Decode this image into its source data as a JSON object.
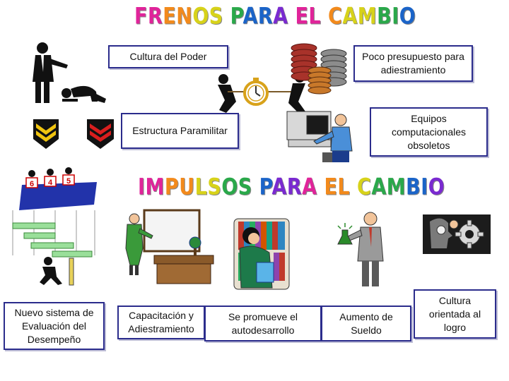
{
  "titles": {
    "frenos": "FRENOS PARA EL CAMBIO",
    "impulsos": "IMPULSOS PARA EL CAMBIO"
  },
  "title_colors": [
    "#e0249a",
    "#f28a1c",
    "#d7d21a",
    "#2aa84a",
    "#1b64c8",
    "#7a2ad0"
  ],
  "box_border_color": "#2b2c8c",
  "frenos": [
    {
      "id": "cultura_poder",
      "text": "Cultura del Poder"
    },
    {
      "id": "presupuesto",
      "text": "Poco presupuesto para adiestramiento"
    },
    {
      "id": "estructura",
      "text": "Estructura Paramilitar"
    },
    {
      "id": "equipos",
      "text": "Equipos computacionales obsoletos"
    }
  ],
  "impulsos": [
    {
      "id": "evaluacion",
      "text": "Nuevo sistema de Evaluación del Desempeño"
    },
    {
      "id": "capacitacion",
      "text": "Capacitación y Adiestramiento"
    },
    {
      "id": "autodesarrollo",
      "text": "Se promueve el autodesarrollo"
    },
    {
      "id": "sueldo",
      "text": "Aumento de Sueldo"
    },
    {
      "id": "logro",
      "text": "Cultura orientada al logro"
    }
  ],
  "scores": [
    "6",
    "4",
    "5"
  ],
  "icons": [
    "boss-pointing-icon",
    "bowing-worker-icon",
    "coin-stacks-icon",
    "tug-of-war-clock-icon",
    "chevron-insignia-icon",
    "computer-user-icon",
    "score-judges-icon",
    "gantt-climber-icon",
    "teacher-board-icon",
    "books-reader-icon",
    "scientist-flask-icon",
    "gears-head-icon"
  ]
}
